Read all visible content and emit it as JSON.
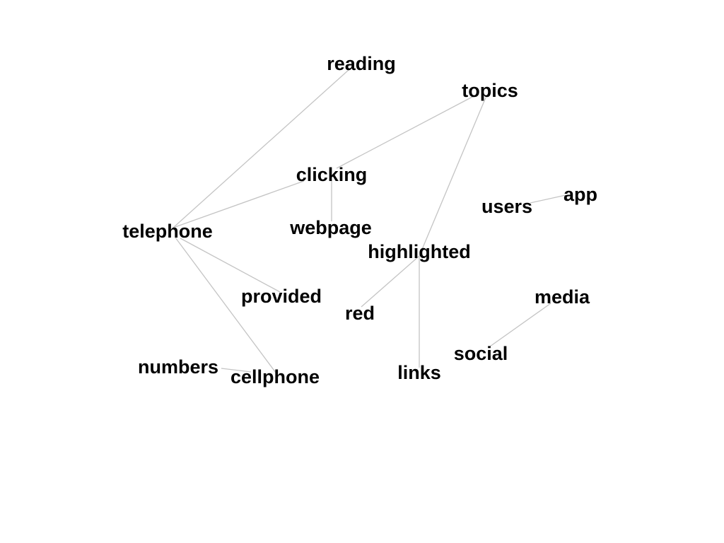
{
  "graph": {
    "nodes": [
      {
        "id": "reading",
        "label": "reading"
      },
      {
        "id": "topics",
        "label": "topics"
      },
      {
        "id": "clicking",
        "label": "clicking"
      },
      {
        "id": "users",
        "label": "users"
      },
      {
        "id": "app",
        "label": "app"
      },
      {
        "id": "telephone",
        "label": "telephone"
      },
      {
        "id": "webpage",
        "label": "webpage"
      },
      {
        "id": "highlighted",
        "label": "highlighted"
      },
      {
        "id": "provided",
        "label": "provided"
      },
      {
        "id": "red",
        "label": "red"
      },
      {
        "id": "media",
        "label": "media"
      },
      {
        "id": "social",
        "label": "social"
      },
      {
        "id": "numbers",
        "label": "numbers"
      },
      {
        "id": "cellphone",
        "label": "cellphone"
      },
      {
        "id": "links",
        "label": "links"
      }
    ],
    "edges": [
      {
        "source": "reading",
        "target": "telephone"
      },
      {
        "source": "topics",
        "target": "clicking"
      },
      {
        "source": "topics",
        "target": "highlighted"
      },
      {
        "source": "clicking",
        "target": "telephone"
      },
      {
        "source": "clicking",
        "target": "webpage"
      },
      {
        "source": "users",
        "target": "app"
      },
      {
        "source": "telephone",
        "target": "provided"
      },
      {
        "source": "telephone",
        "target": "cellphone"
      },
      {
        "source": "highlighted",
        "target": "red"
      },
      {
        "source": "highlighted",
        "target": "links"
      },
      {
        "source": "media",
        "target": "social"
      },
      {
        "source": "numbers",
        "target": "cellphone"
      }
    ]
  },
  "colors": {
    "edge": "#c4c4c4",
    "label": "#000000",
    "background": "#ffffff"
  }
}
